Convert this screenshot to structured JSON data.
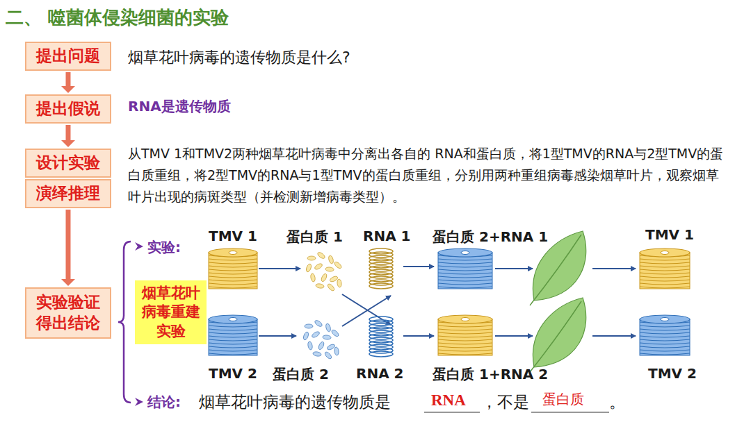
{
  "diagram": {
    "title": "二、 噬菌体侵染细菌的实验",
    "nodes": [
      {
        "text": [
          "提出问题"
        ]
      },
      {
        "text": [
          "提出假说"
        ]
      },
      {
        "text": [
          "设计实验"
        ]
      },
      {
        "text": [
          "演绎推理"
        ]
      },
      {
        "text": [
          "实验验证 得出结论"
        ]
      },
      {
        "text": [
          "烟草花叶病毒重建实验"
        ]
      }
    ],
    "edges": [
      {
        "from": 0,
        "to": 1,
        "arrow": "to"
      },
      {
        "from": 1,
        "to": 2,
        "arrow": "to"
      },
      {
        "from": 3,
        "to": 4,
        "arrow": "to"
      }
    ],
    "labels": [
      "烟草花叶病毒的遗传物质是什么?",
      "RNA是遗传物质",
      "从TMV 1和TMV2两种烟草花叶病毒中分离出各自的 RNA和蛋白质，将1型TMV的RNA与2型TMV的蛋白质重组，将2型TMV的RNA与1型TMV的蛋白质重组，分别用两种重组病毒感染烟草叶片，观察烟草叶片出现的病斑类型（并检测新增病毒类型）。",
      "实验:",
      "TMV 1",
      "蛋白质 1",
      "RNA 1",
      "蛋白质 2+RNA 1",
      "TMV 1",
      "TMV 2",
      "蛋白质 2",
      "RNA 2",
      "蛋白质 1+RNA 2",
      "TMV 2",
      "结论:",
      "烟草花叶病毒的遗传物质是",
      "RNA",
      "，不是",
      "蛋白质",
      "。"
    ]
  }
}
